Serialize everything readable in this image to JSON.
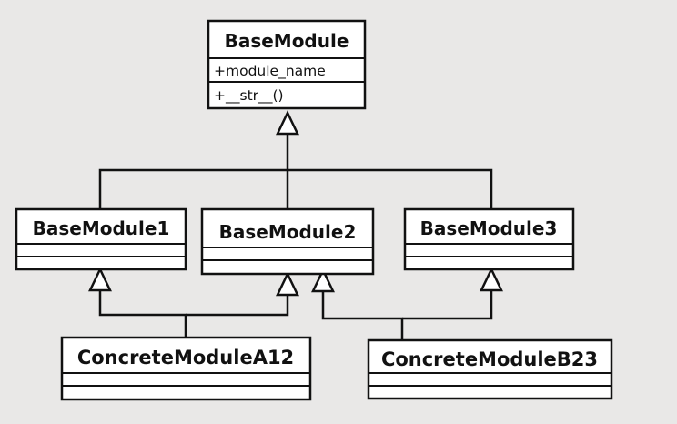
{
  "diagram": {
    "type": "uml-class-hierarchy",
    "classes": [
      {
        "id": "base",
        "name": "BaseModule",
        "attributes": [
          "+module_name"
        ],
        "methods": [
          "+__str__()"
        ]
      },
      {
        "id": "bm1",
        "name": "BaseModule1",
        "attributes": [],
        "methods": []
      },
      {
        "id": "bm2",
        "name": "BaseModule2",
        "attributes": [],
        "methods": []
      },
      {
        "id": "bm3",
        "name": "BaseModule3",
        "attributes": [],
        "methods": []
      },
      {
        "id": "cma12",
        "name": "ConcreteModuleA12",
        "attributes": [],
        "methods": []
      },
      {
        "id": "cmb23",
        "name": "ConcreteModuleB23",
        "attributes": [],
        "methods": []
      }
    ],
    "relations": [
      {
        "from": "bm1",
        "to": "base",
        "kind": "inheritance"
      },
      {
        "from": "bm2",
        "to": "base",
        "kind": "inheritance"
      },
      {
        "from": "bm3",
        "to": "base",
        "kind": "inheritance"
      },
      {
        "from": "cma12",
        "to": "bm1",
        "kind": "inheritance"
      },
      {
        "from": "cma12",
        "to": "bm2",
        "kind": "inheritance"
      },
      {
        "from": "cmb23",
        "to": "bm2",
        "kind": "inheritance"
      },
      {
        "from": "cmb23",
        "to": "bm3",
        "kind": "inheritance"
      }
    ]
  }
}
